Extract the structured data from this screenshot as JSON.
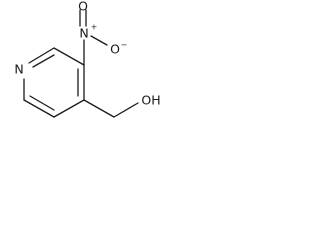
{
  "molecule": {
    "atoms": {
      "ring_nitrogen": "N",
      "nitro_nitrogen": "N",
      "nitro_nitrogen_charge": "+",
      "nitro_oxygen_double": "O",
      "nitro_oxygen_single": "O",
      "nitro_oxygen_charge": "−",
      "hydroxyl": "OH"
    }
  }
}
